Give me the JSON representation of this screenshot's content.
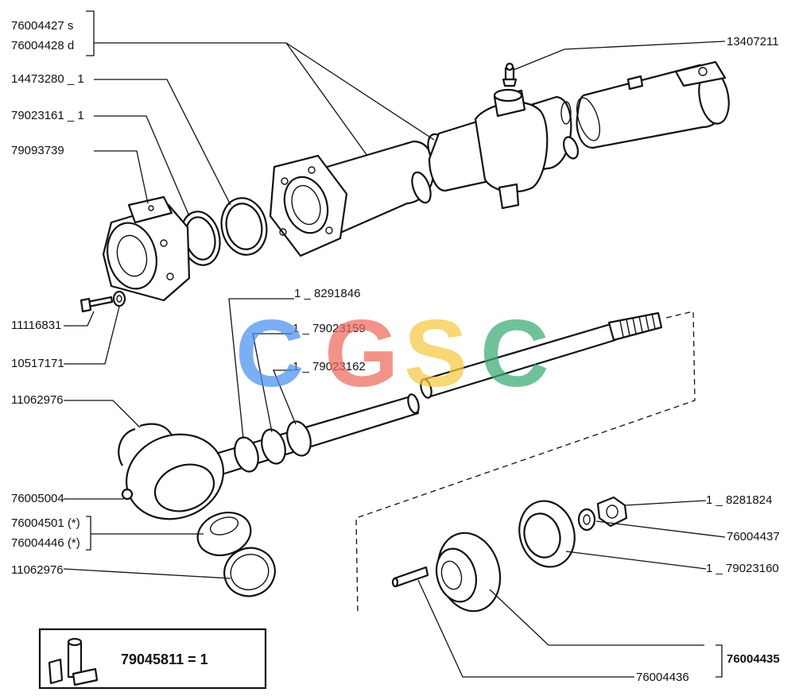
{
  "labels": {
    "l_76004427": "76004427  s",
    "l_76004428": "76004428  d",
    "l_13407211": "13407211",
    "l_14473280": "14473280  _ 1",
    "l_79023161": "79023161  _ 1",
    "l_79093739": "79093739",
    "l_11116831": "11116831",
    "l_10517171": "10517171",
    "l_8291846": "1  _  8291846",
    "l_79023159": "1  _  79023159",
    "l_79023162": "1  _  79023162",
    "l_11062976_top": "11062976",
    "l_76005004": "76005004",
    "l_76004501": "76004501 (*)",
    "l_76004446": "76004446 (*)",
    "l_11062976_bottom": "11062976",
    "l_8281824": "1  _  8281824",
    "l_76004437": "76004437",
    "l_79023160": "1  _  79023160",
    "l_76004435": "76004435",
    "l_76004436": "76004436"
  },
  "kit": {
    "text": "79045811 = 1"
  },
  "watermark": {
    "letters": [
      {
        "char": "C",
        "color": "#4a8ff0"
      },
      {
        "char": "G",
        "color": "#ee6a5e"
      },
      {
        "char": "S",
        "color": "#f5c842"
      },
      {
        "char": "C",
        "color": "#3aaa72"
      }
    ]
  }
}
